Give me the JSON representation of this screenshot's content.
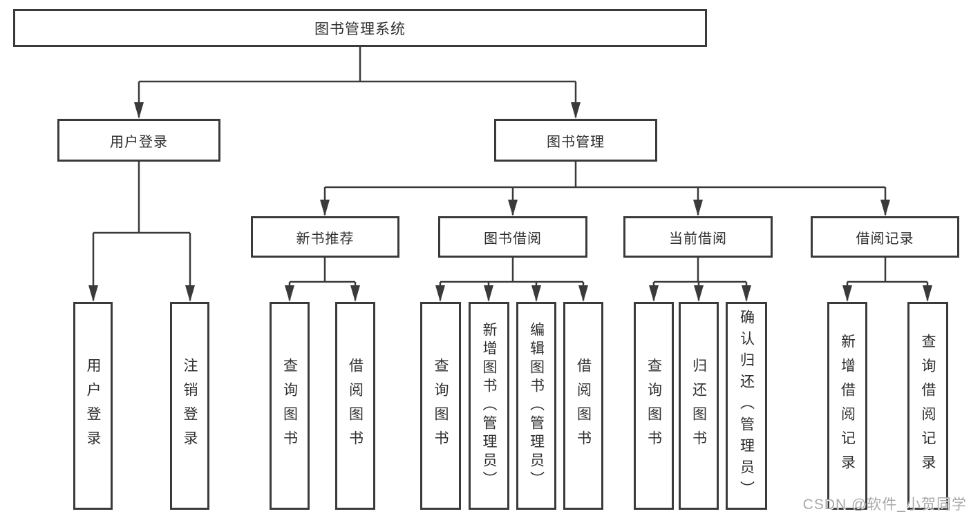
{
  "diagram": {
    "root": {
      "label": "图书管理系统"
    },
    "level2": [
      {
        "id": "user-login",
        "label": "用户登录"
      },
      {
        "id": "book-management",
        "label": "图书管理"
      }
    ],
    "level3": [
      {
        "id": "new-book-recommend",
        "label": "新书推荐"
      },
      {
        "id": "book-borrow",
        "label": "图书借阅"
      },
      {
        "id": "current-borrow",
        "label": "当前借阅"
      },
      {
        "id": "borrow-record",
        "label": "借阅记录"
      }
    ],
    "groups": [
      {
        "parent_id": "user-login",
        "children": [
          {
            "label": "用户登录"
          },
          {
            "label": "注销登录"
          }
        ]
      },
      {
        "parent_id": "new-book-recommend",
        "children": [
          {
            "label": "查询图书"
          },
          {
            "label": "借阅图书"
          }
        ]
      },
      {
        "parent_id": "book-borrow",
        "children": [
          {
            "label": "查询图书"
          },
          {
            "label": "新增图书（管理员）"
          },
          {
            "label": "编辑图书（管理员）"
          },
          {
            "label": "借阅图书"
          }
        ]
      },
      {
        "parent_id": "current-borrow",
        "children": [
          {
            "label": "查询图书"
          },
          {
            "label": "归还图书"
          },
          {
            "label": "确认归还（管理员）"
          }
        ]
      },
      {
        "parent_id": "borrow-record",
        "children": [
          {
            "label": "新增借阅记录"
          },
          {
            "label": "查询借阅记录"
          }
        ]
      }
    ],
    "colors": {
      "line": "#3a3a3a",
      "box_border": "#3a3a3a",
      "text": "#2f2f2f",
      "background": "#ffffff",
      "watermark": "#a8a8a8"
    }
  },
  "watermark": {
    "text": "CSDN @软件_小贺同学"
  }
}
